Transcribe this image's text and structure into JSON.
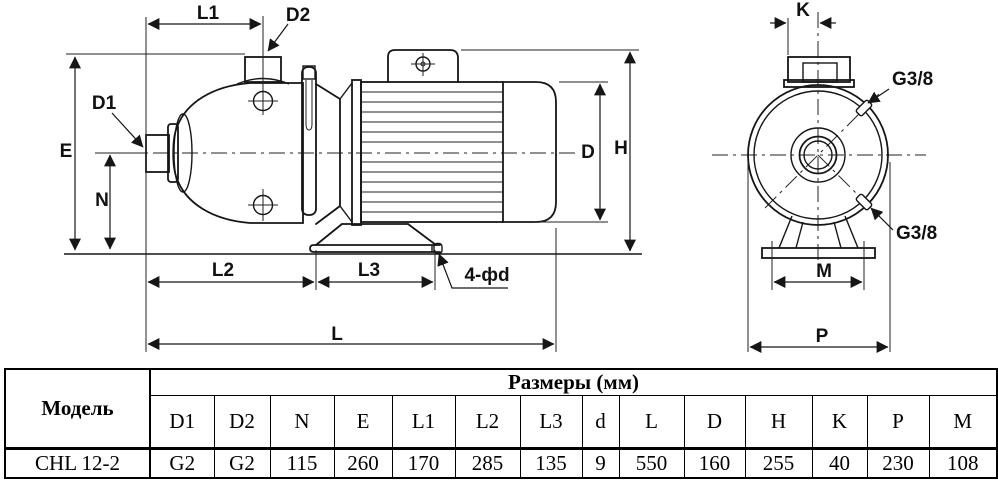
{
  "drawing": {
    "side_view": {
      "labels": {
        "L1": "L1",
        "D2": "D2",
        "D1": "D1",
        "E": "E",
        "N": "N",
        "L2": "L2",
        "L3": "L3",
        "holes": "4-фd",
        "L": "L",
        "D": "D",
        "H": "H"
      }
    },
    "front_view": {
      "labels": {
        "K": "K",
        "G38_top": "G3/8",
        "G38_bottom": "G3/8",
        "M": "M",
        "P": "P"
      }
    }
  },
  "table": {
    "model_header": "Модель",
    "sizes_header": "Размеры (мм)",
    "columns": [
      "D1",
      "D2",
      "N",
      "E",
      "L1",
      "L2",
      "L3",
      "d",
      "L",
      "D",
      "H",
      "K",
      "P",
      "M"
    ],
    "rows": [
      {
        "model": "CHL 12-2",
        "values": [
          "G2",
          "G2",
          "115",
          "260",
          "170",
          "285",
          "135",
          "9",
          "550",
          "160",
          "255",
          "40",
          "230",
          "108"
        ]
      }
    ]
  }
}
